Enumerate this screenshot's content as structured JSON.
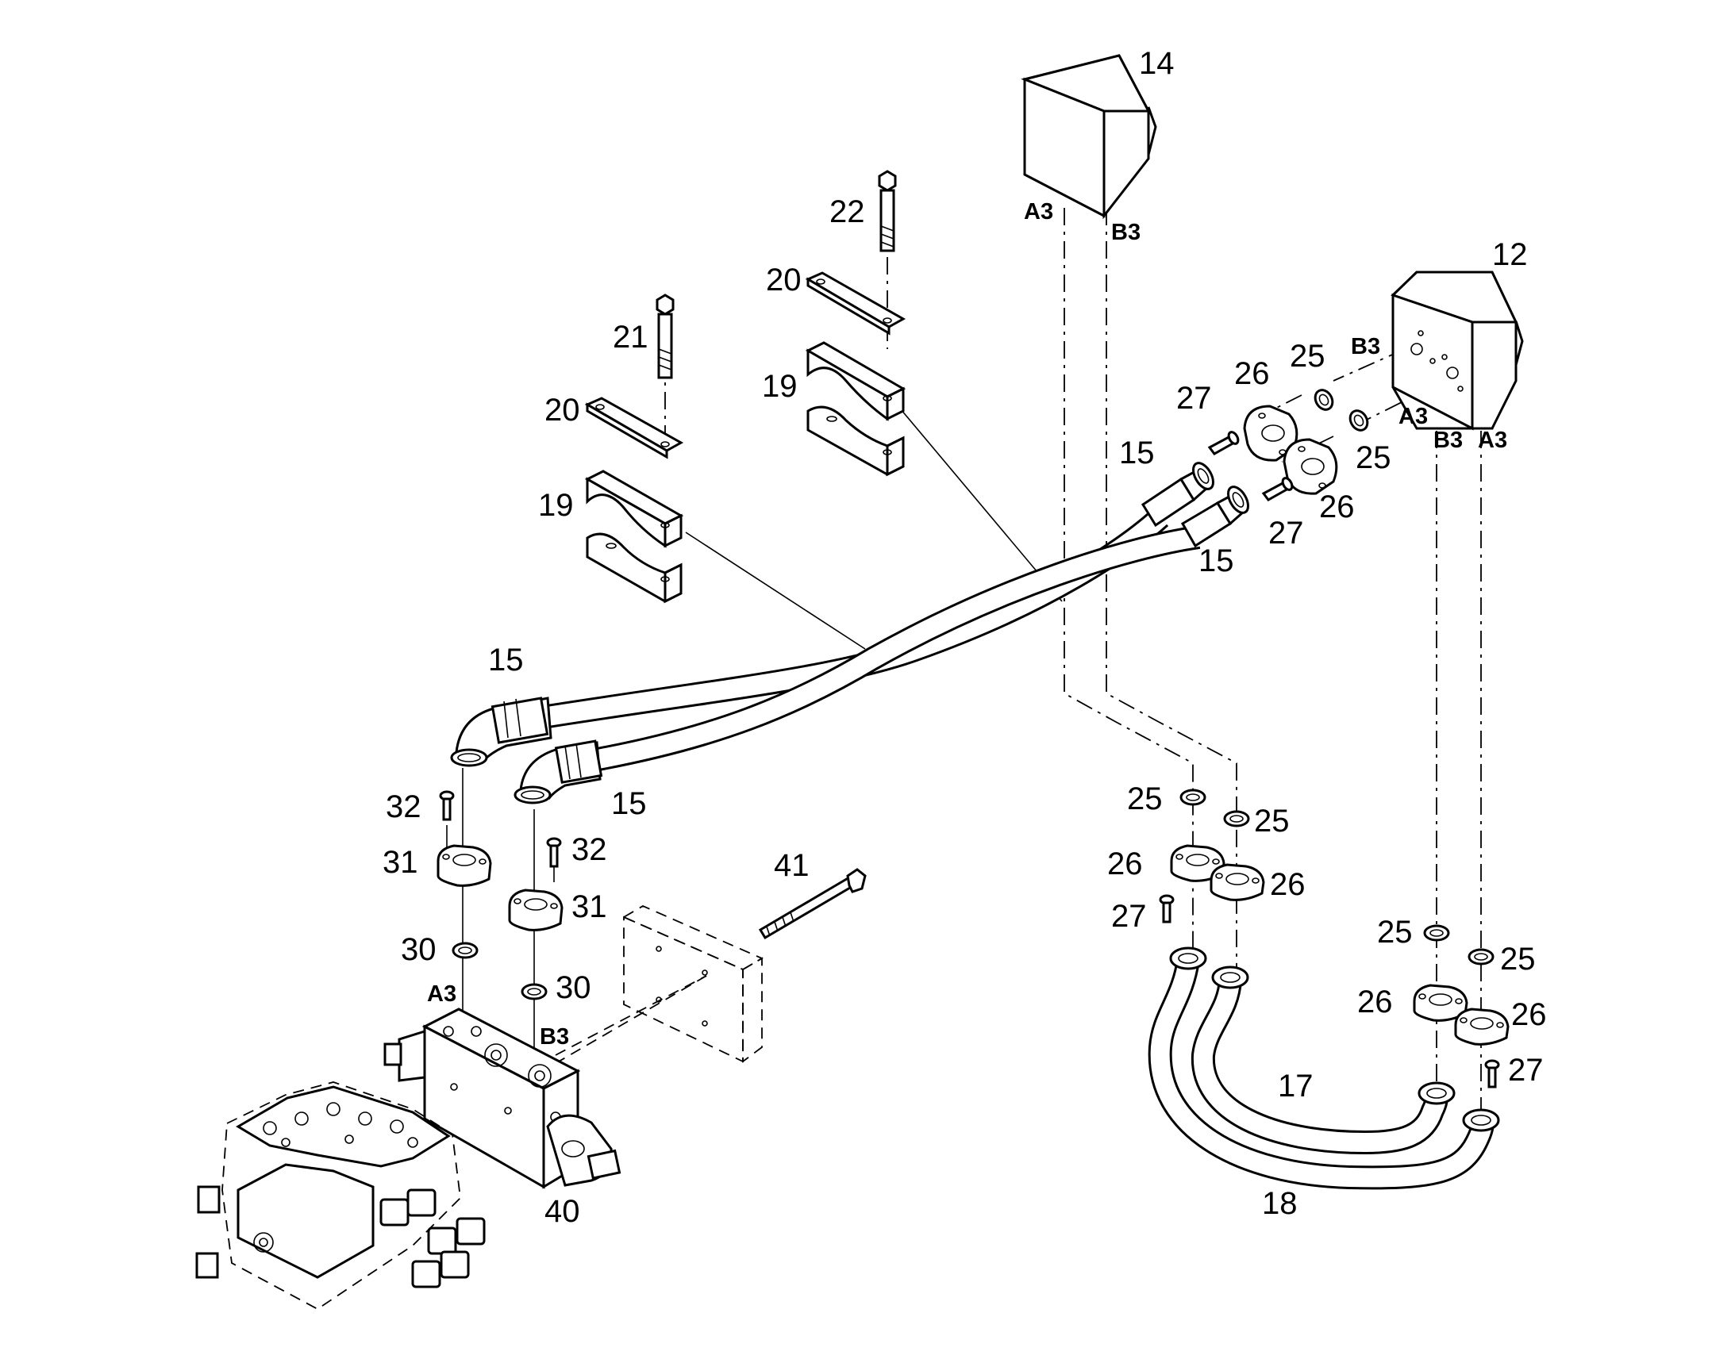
{
  "parts": {
    "box_14": "14",
    "box_12": "12",
    "bolt_22": "22",
    "plate_20_top": "20",
    "clamp_19_top": "19",
    "bolt_21": "21",
    "plate_20_left": "20",
    "clamp_19_left": "19",
    "hose_15_upper_right": "15",
    "hose_15_lower_right": "15",
    "hose_15_upper_left": "15",
    "hose_15_lower_left": "15",
    "flange_26_a": "26",
    "flange_26_b": "26",
    "oring_25_a": "25",
    "oring_25_b": "25",
    "screw_27_a": "27",
    "screw_27_b": "27",
    "oring_25_c": "25",
    "oring_25_d": "25",
    "flange_26_c": "26",
    "flange_26_d": "26",
    "screw_27_c": "27",
    "oring_25_e": "25",
    "oring_25_f": "25",
    "flange_26_e": "26",
    "flange_26_f": "26",
    "screw_27_d": "27",
    "hose_17": "17",
    "hose_18": "18",
    "screw_32_a": "32",
    "screw_32_b": "32",
    "flange_31_a": "31",
    "flange_31_b": "31",
    "oring_30_a": "30",
    "oring_30_b": "30",
    "bolt_41": "41",
    "valve_40": "40"
  },
  "ports": {
    "box14_a3": "A3",
    "box14_b3": "B3",
    "box12_b3_top": "B3",
    "box12_a3_mid": "A3",
    "box12_b3_bottom": "B3",
    "box12_a3_bottom": "A3",
    "valve_a3": "A3",
    "valve_b3": "B3"
  }
}
